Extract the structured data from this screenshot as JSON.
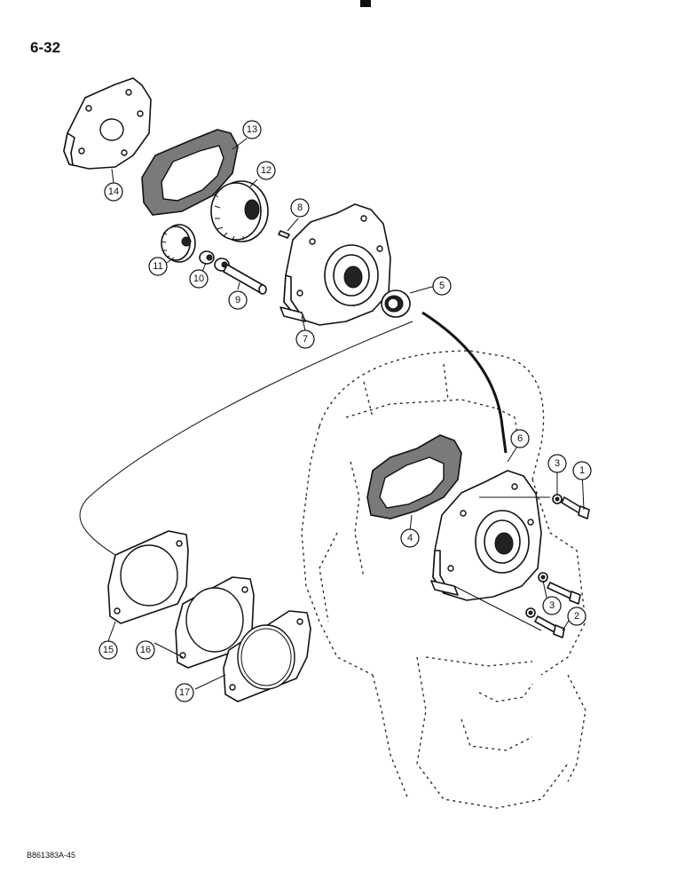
{
  "page": {
    "number": "6-32",
    "figure_code": "B861383A-45"
  },
  "callouts": [
    "1",
    "2",
    "3",
    "3",
    "4",
    "5",
    "6",
    "7",
    "8",
    "9",
    "10",
    "11",
    "12",
    "13",
    "14",
    "15",
    "16",
    "17"
  ]
}
